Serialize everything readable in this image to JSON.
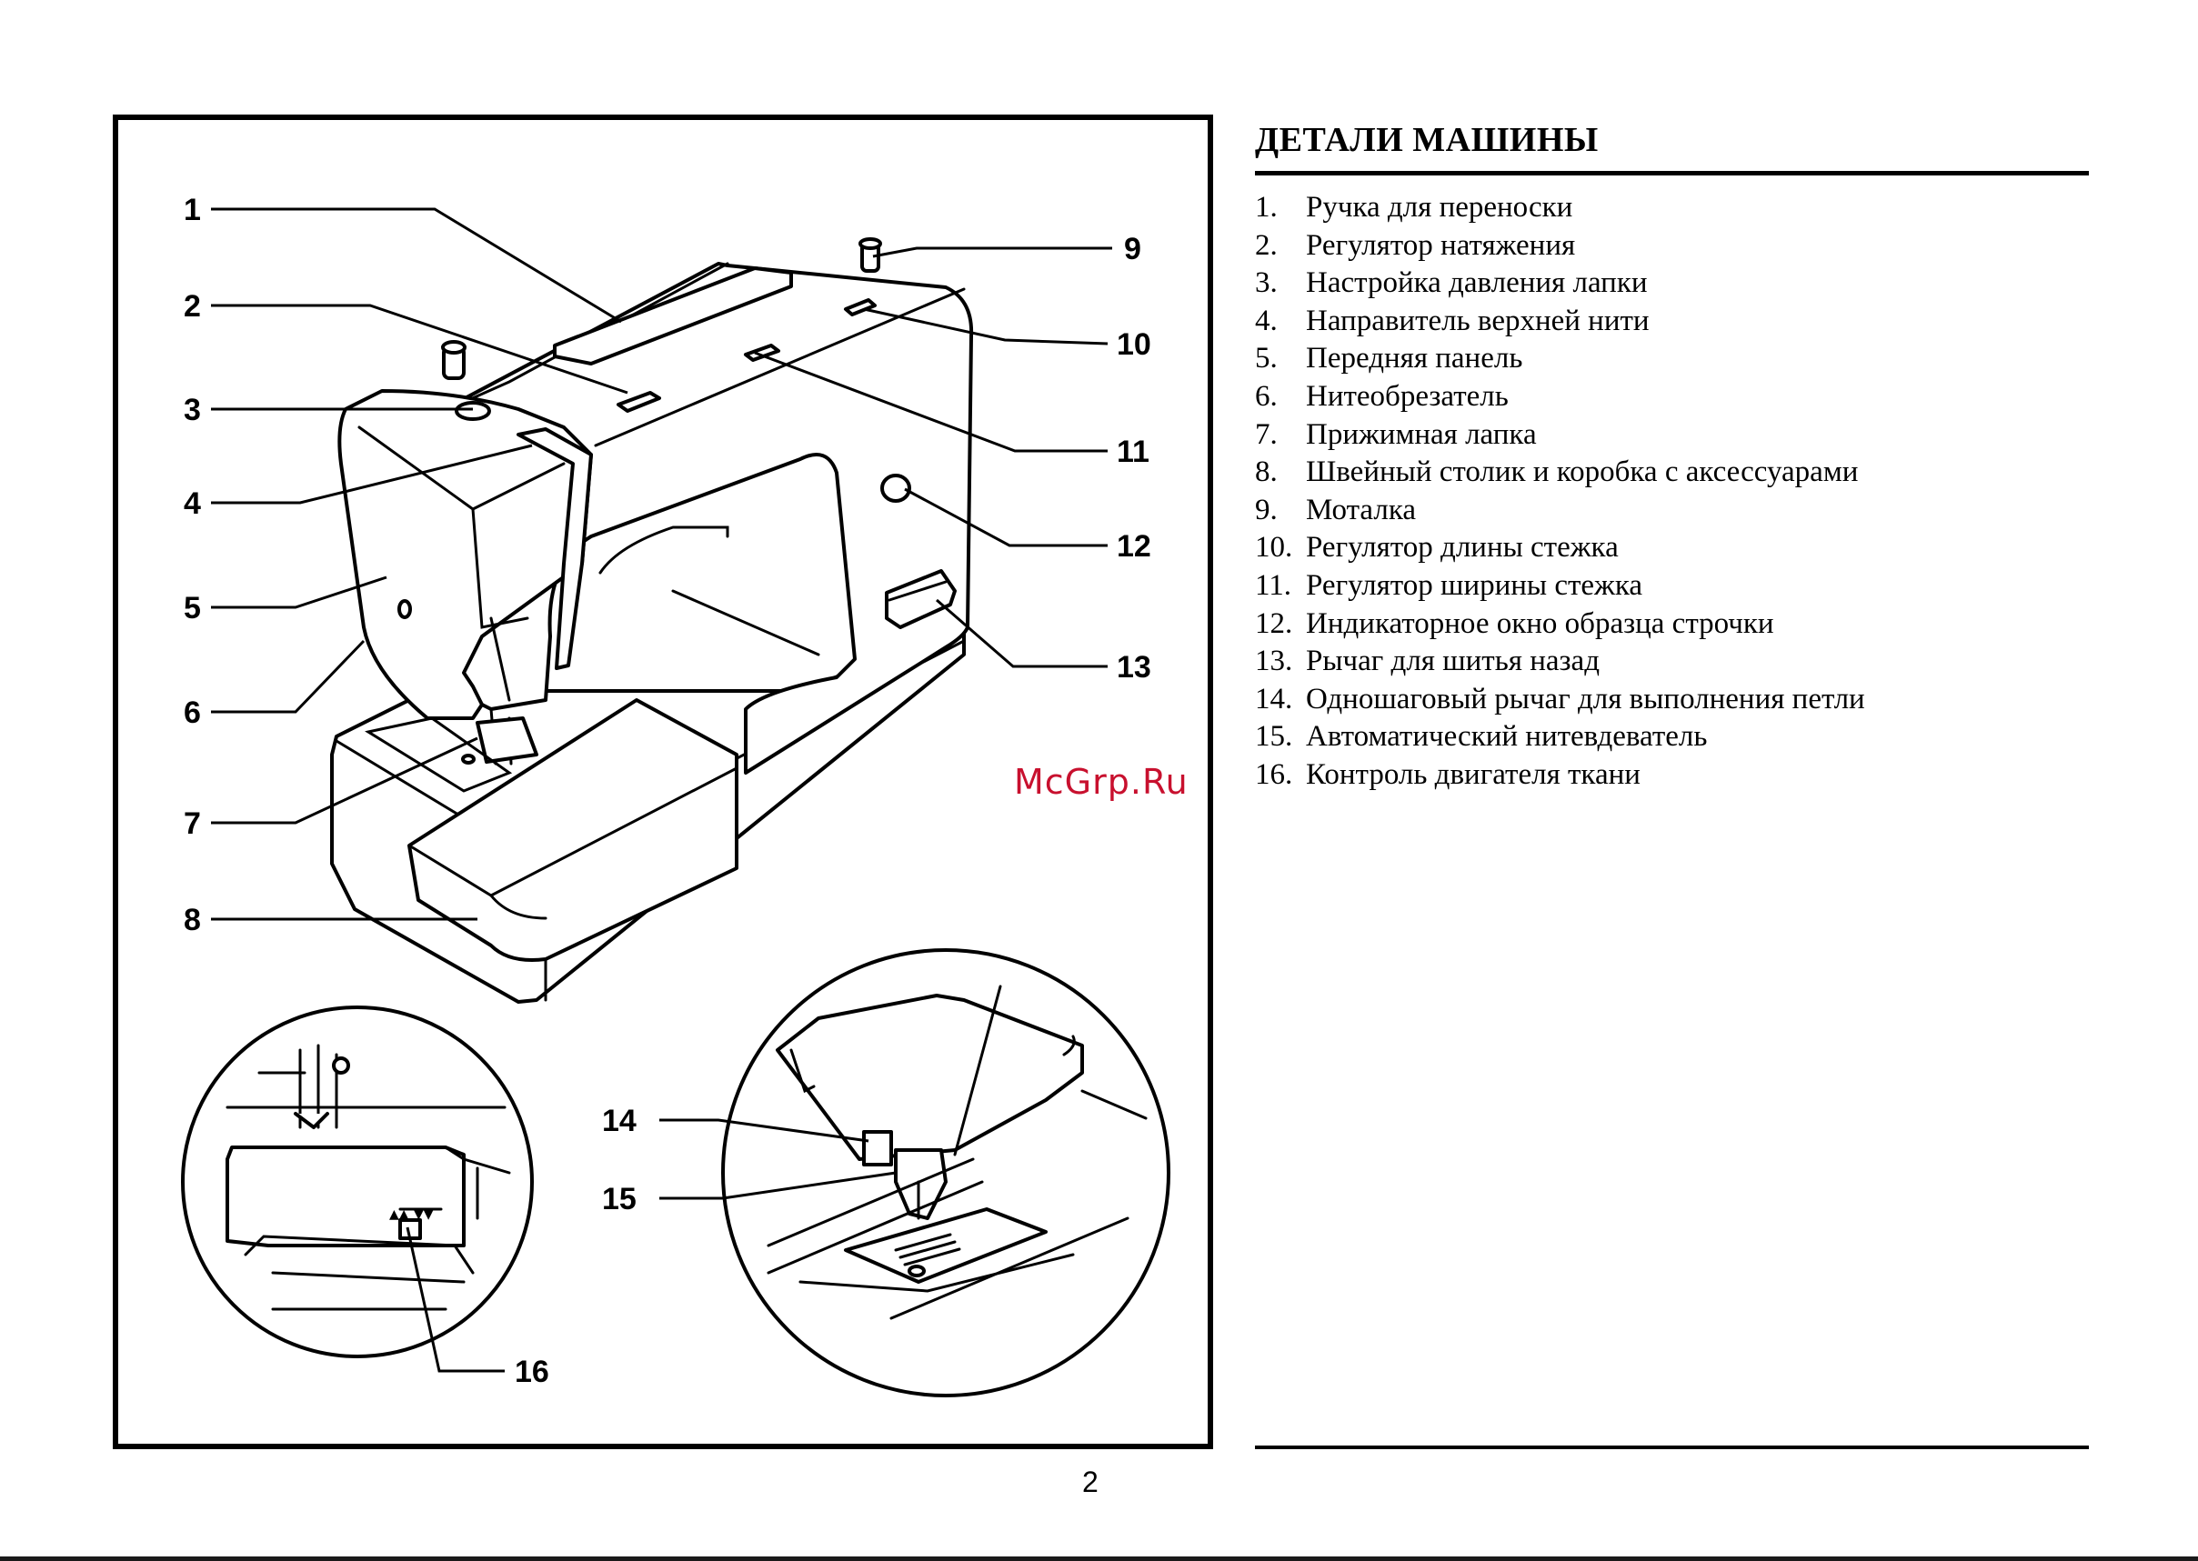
{
  "section": {
    "title": "ДЕТАЛИ МАШИНЫ"
  },
  "parts": [
    {
      "num": "1.",
      "text": "Ручка для переноски"
    },
    {
      "num": "2.",
      "text": "Регулятор натяжения"
    },
    {
      "num": "3.",
      "text": "Настройка давления лапки"
    },
    {
      "num": "4.",
      "text": "Направитель верхней нити"
    },
    {
      "num": "5.",
      "text": "Передняя панель"
    },
    {
      "num": "6.",
      "text": "Нитеобрезатель"
    },
    {
      "num": "7.",
      "text": "Прижимная лапка"
    },
    {
      "num": "8.",
      "text": "Швейный столик и коробка с аксессуарами"
    },
    {
      "num": "9.",
      "text": "Моталка"
    },
    {
      "num": "10.",
      "text": "Регулятор длины стежка"
    },
    {
      "num": "11.",
      "text": "Регулятор ширины стежка"
    },
    {
      "num": "12.",
      "text": "Индикаторное окно образца строчки"
    },
    {
      "num": "13.",
      "text": "Рычаг для шитья назад"
    },
    {
      "num": "14.",
      "text": "Одношаговый рычаг для выполнения петли"
    },
    {
      "num": "15.",
      "text": "Автоматический нитевдеватель"
    },
    {
      "num": "16.",
      "text": "Контроль двигателя ткани"
    }
  ],
  "callouts": {
    "c1": "1",
    "c2": "2",
    "c3": "3",
    "c4": "4",
    "c5": "5",
    "c6": "6",
    "c7": "7",
    "c8": "8",
    "c9": "9",
    "c10": "10",
    "c11": "11",
    "c12": "12",
    "c13": "13",
    "c14": "14",
    "c15": "15",
    "c16": "16"
  },
  "page_number": "2",
  "watermark": "McGrp.Ru"
}
